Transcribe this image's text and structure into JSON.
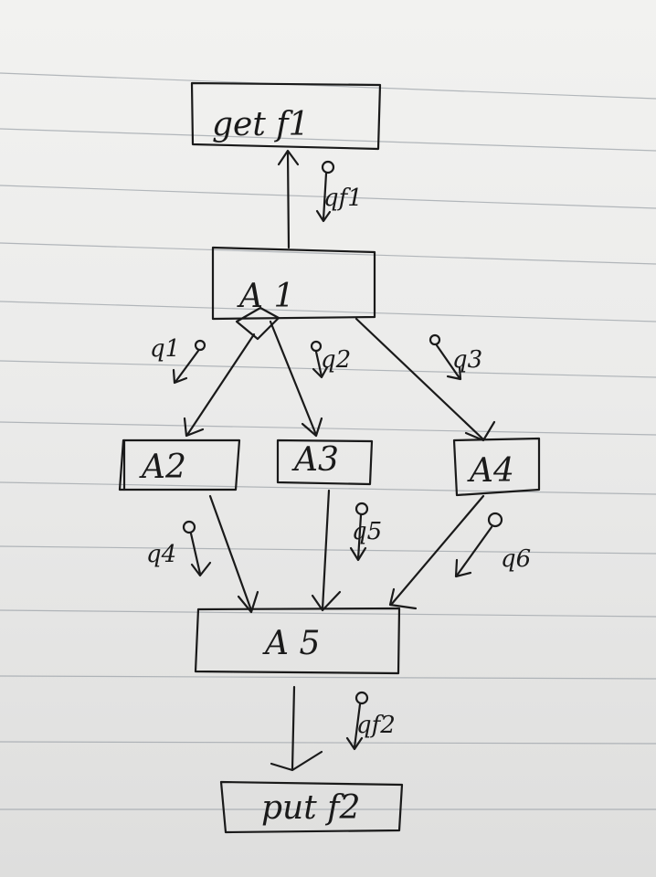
{
  "nodes": {
    "get_f1": {
      "label": "get f1"
    },
    "a1": {
      "label": "A 1"
    },
    "a2": {
      "label": "A2"
    },
    "a3": {
      "label": "A3"
    },
    "a4": {
      "label": "A4"
    },
    "a5": {
      "label": "A 5"
    },
    "put_f2": {
      "label": "put f2"
    }
  },
  "messages": {
    "qf1": "qf1",
    "q1": "q1",
    "q2": "q2",
    "q3": "q3",
    "q4": "q4",
    "q5": "q5",
    "q6": "q6",
    "qf2": "qf2"
  },
  "colors": {
    "ink": "#1a1a1a",
    "paper": "#efefed",
    "rule": "#9da3a9"
  }
}
